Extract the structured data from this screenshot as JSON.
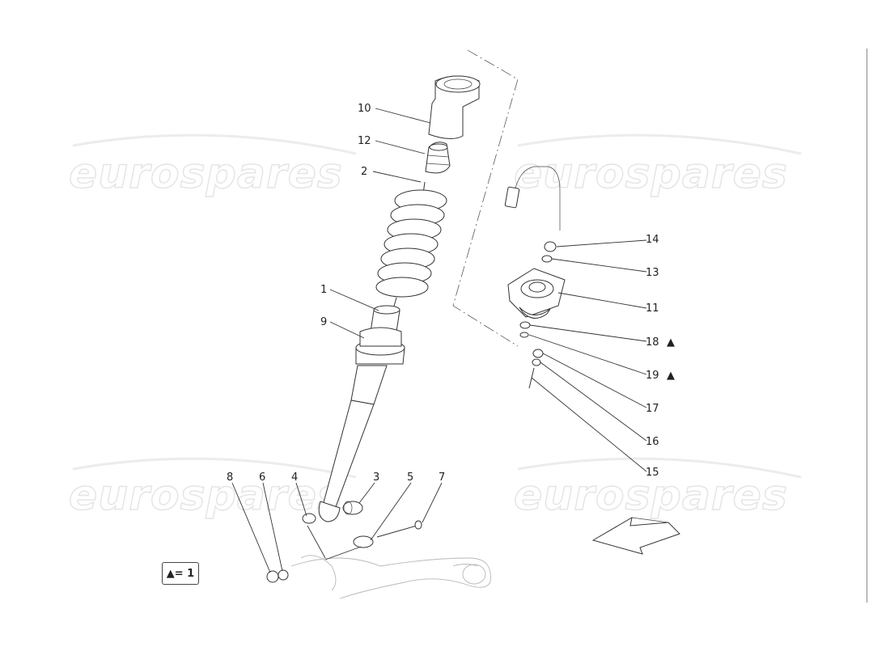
{
  "watermark": "eurospares",
  "legend": {
    "symbol": "▲",
    "text": "= 1"
  },
  "callouts": {
    "c1": "1",
    "c2": "2",
    "c3": "3",
    "c4": "4",
    "c5": "5",
    "c6": "6",
    "c7": "7",
    "c8": "8",
    "c9": "9",
    "c10": "10",
    "c11": "11",
    "c12": "12",
    "c13": "13",
    "c14": "14",
    "c15": "15",
    "c16": "16",
    "c17": "17",
    "c18": "18",
    "c19": "19"
  },
  "marker": "▲",
  "icons": {
    "direction": "arrow-icon"
  }
}
